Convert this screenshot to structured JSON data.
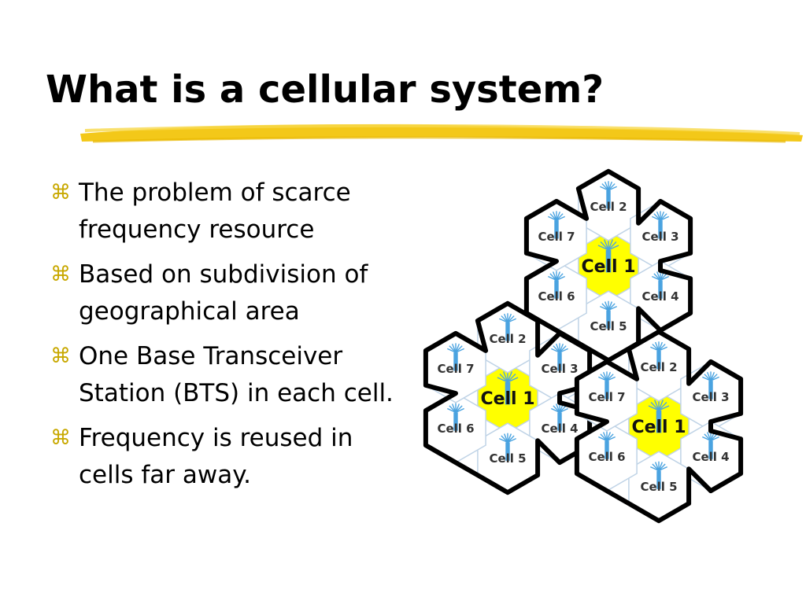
{
  "slide": {
    "title": "What is a cellular system?",
    "bullet_icon": "z-bullet-icon",
    "bullets": [
      "The problem of scarce frequency resource",
      "Based on subdivision of geographical area",
      "One Base Transceiver Station (BTS) in each cell.",
      "Frequency is reused in cells far away."
    ]
  },
  "diagram": {
    "cell_labels": [
      "Cell 1",
      "Cell 2",
      "Cell 3",
      "Cell 4",
      "Cell 5",
      "Cell 6",
      "Cell 7"
    ],
    "colors": {
      "center_cell": "#ffff00",
      "outer_cell": "#ffffff",
      "outline": "#000000",
      "inner_border": "#bfd3e6",
      "antenna": "#4aa3e0",
      "title_underline": "#f2c200"
    },
    "cluster_count": 3
  }
}
